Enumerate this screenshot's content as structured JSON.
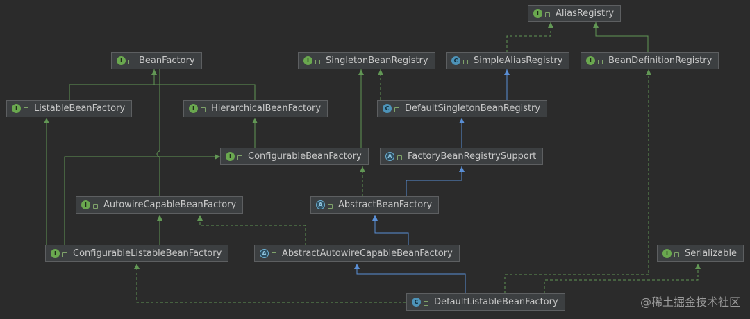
{
  "nodes": {
    "alias_registry": {
      "label": "AliasRegistry",
      "kind": "interface"
    },
    "bean_factory": {
      "label": "BeanFactory",
      "kind": "interface"
    },
    "singleton_registry": {
      "label": "SingletonBeanRegistry",
      "kind": "interface"
    },
    "simple_alias": {
      "label": "SimpleAliasRegistry",
      "kind": "class"
    },
    "bean_def_registry": {
      "label": "BeanDefinitionRegistry",
      "kind": "interface"
    },
    "listable": {
      "label": "ListableBeanFactory",
      "kind": "interface"
    },
    "hierarchical": {
      "label": "HierarchicalBeanFactory",
      "kind": "interface"
    },
    "default_singleton": {
      "label": "DefaultSingletonBeanRegistry",
      "kind": "class"
    },
    "configurable": {
      "label": "ConfigurableBeanFactory",
      "kind": "interface"
    },
    "factory_bean_support": {
      "label": "FactoryBeanRegistrySupport",
      "kind": "abstract"
    },
    "autowire_capable": {
      "label": "AutowireCapableBeanFactory",
      "kind": "interface"
    },
    "abstract_bf": {
      "label": "AbstractBeanFactory",
      "kind": "abstract"
    },
    "configurable_listable": {
      "label": "ConfigurableListableBeanFactory",
      "kind": "interface"
    },
    "abstract_autowire": {
      "label": "AbstractAutowireCapableBeanFactory",
      "kind": "abstract"
    },
    "serializable": {
      "label": "Serializable",
      "kind": "interface"
    },
    "default_listable": {
      "label": "DefaultListableBeanFactory",
      "kind": "class"
    }
  },
  "badges": {
    "interface": "I",
    "class": "C",
    "abstract": "A"
  },
  "colors": {
    "implements": "#629755",
    "extends": "#5a8fd6",
    "background": "#2b2b2b"
  },
  "watermark": "@稀土掘金技术社区"
}
